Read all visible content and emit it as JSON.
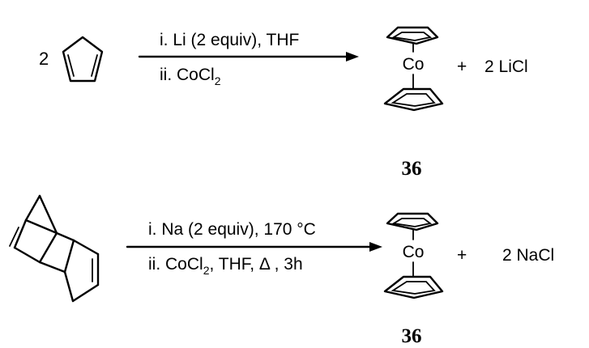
{
  "reaction1": {
    "coefficient": "2",
    "condition_1": "i. Li (2 equiv), THF",
    "condition_2_prefix": "ii. CoCl",
    "condition_2_sub": "2",
    "metal": "Co",
    "plus": "+",
    "byproduct": "2 LiCl",
    "compound_number": "36"
  },
  "reaction2": {
    "condition_1": "i. Na (2 equiv), 170 °C",
    "condition_2_prefix": "ii. CoCl",
    "condition_2_sub": "2",
    "condition_2_suffix": ", THF, Δ , 3h",
    "metal": "Co",
    "plus": "+",
    "byproduct": "2 NaCl",
    "compound_number": "36"
  }
}
